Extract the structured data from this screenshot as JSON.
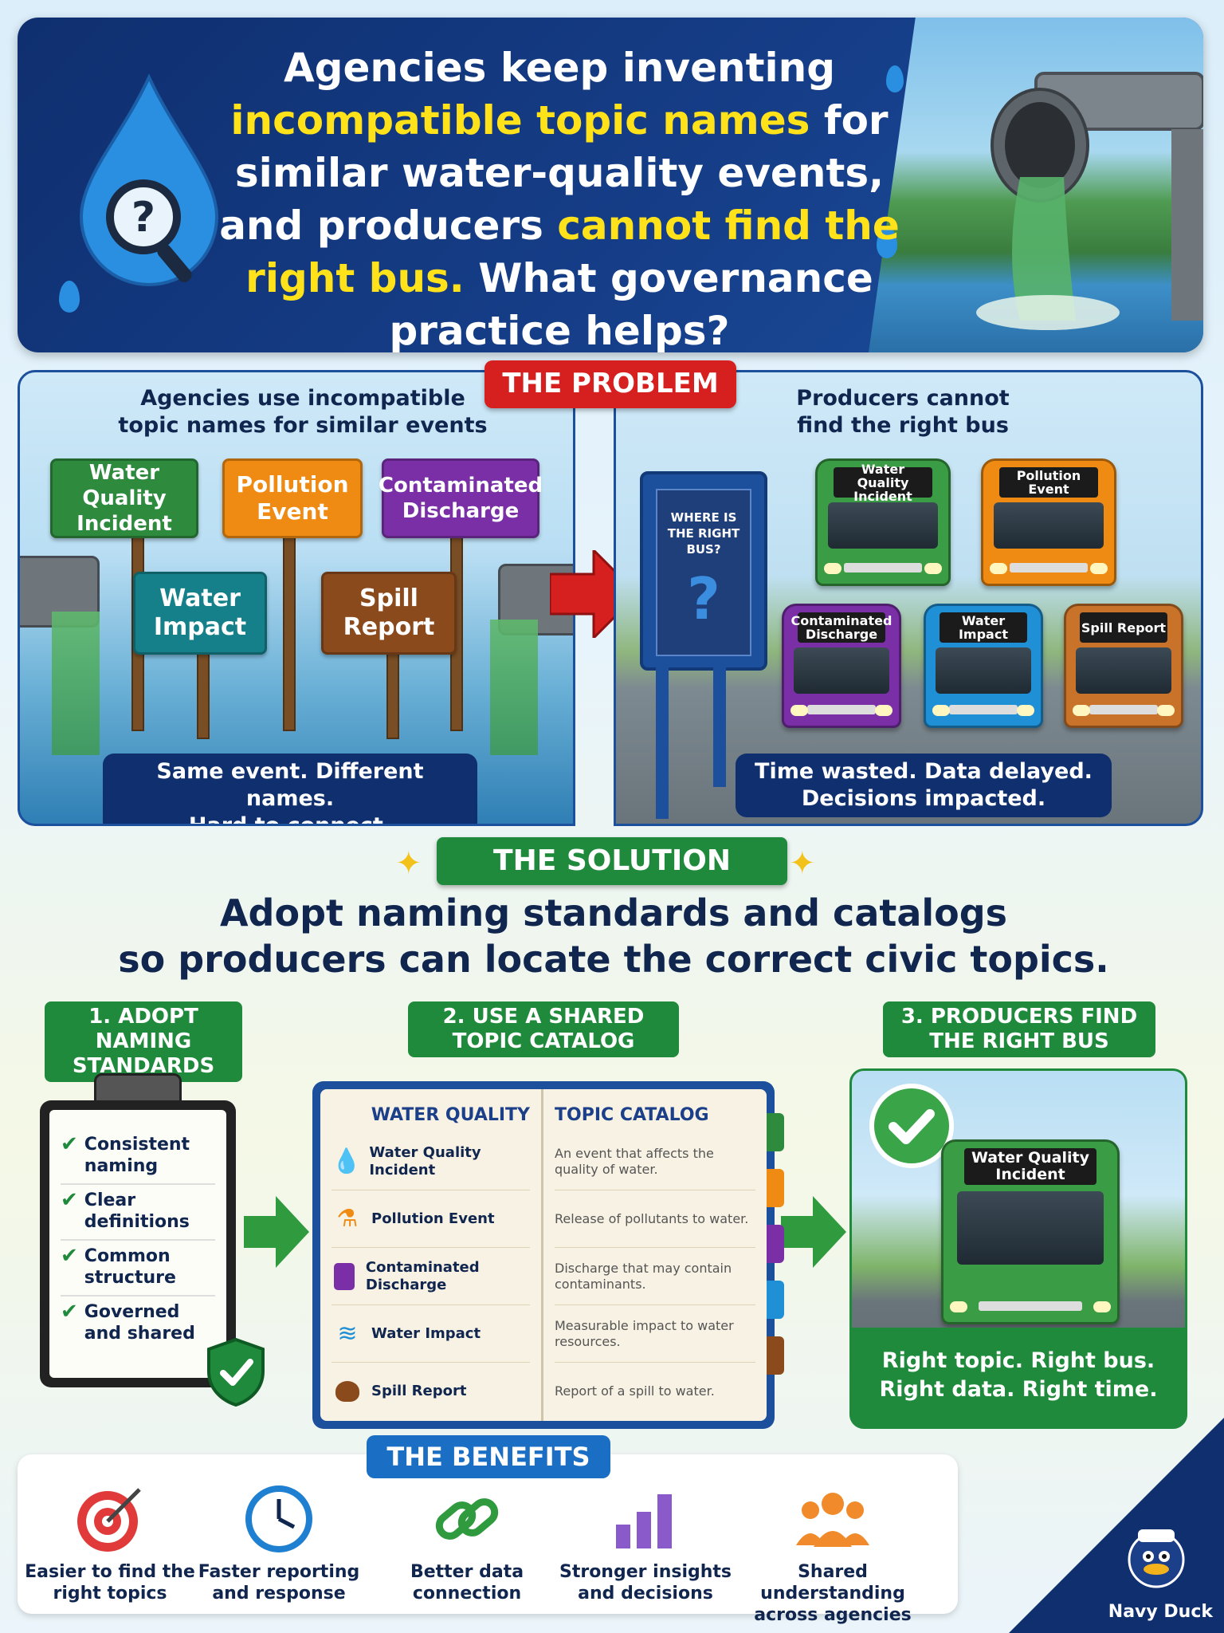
{
  "header": {
    "title_part1": "Agencies keep inventing",
    "title_highlight1": "incompatible topic names",
    "title_part2": " for similar water-quality events, and producers ",
    "title_highlight2": "cannot find the right bus.",
    "title_part3": " What governance practice helps?"
  },
  "problem": {
    "pill": "THE PROBLEM",
    "left_heading": "Agencies use incompatible topic names for similar events",
    "right_heading": "Producers cannot find the right bus",
    "signs": [
      "Water Quality Incident",
      "Pollution Event",
      "Contaminated Discharge",
      "Water Impact",
      "Spill Report"
    ],
    "left_caption_line1": "Same event. Different names.",
    "left_caption_line2": "Hard to connect.",
    "board_text": "WHERE IS THE RIGHT BUS?",
    "board_symbol": "?",
    "buses": [
      "Water Quality Incident",
      "Pollution Event",
      "Contaminated Discharge",
      "Water Impact",
      "Spill Report"
    ],
    "right_caption_line1": "Time wasted. Data delayed.",
    "right_caption_line2": "Decisions impacted."
  },
  "solution": {
    "pill": "THE SOLUTION",
    "headline_line1": "Adopt naming standards and catalogs",
    "headline_line2": "so producers can locate the correct civic topics.",
    "step1_title": "1. ADOPT NAMING STANDARDS",
    "step2_title": "2. USE A SHARED TOPIC CATALOG",
    "step3_title": "3. PRODUCERS FIND THE RIGHT BUS",
    "checklist": [
      "Consistent naming",
      "Clear definitions",
      "Common structure",
      "Governed and shared"
    ],
    "catalog_title_left": "WATER QUALITY",
    "catalog_title_right": "TOPIC CATALOG",
    "catalog_entries": [
      {
        "name": "Water Quality Incident",
        "desc": "An event that affects the quality of water."
      },
      {
        "name": "Pollution Event",
        "desc": "Release of pollutants to water."
      },
      {
        "name": "Contaminated Discharge",
        "desc": "Discharge that may contain contaminants."
      },
      {
        "name": "Water Impact",
        "desc": "Measurable impact to water resources."
      },
      {
        "name": "Spill Report",
        "desc": "Report of a spill to water."
      }
    ],
    "step3_bus_sign": "Water Quality Incident",
    "step3_caption_line1": "Right topic. Right bus.",
    "step3_caption_line2": "Right data. Right time."
  },
  "benefits": {
    "pill": "THE BENEFITS",
    "items": [
      "Easier to find the right topics",
      "Faster reporting and response",
      "Better data connection",
      "Stronger insights and decisions",
      "Shared understanding across agencies"
    ]
  },
  "branding": {
    "label": "Navy Duck"
  },
  "colors": {
    "navy": "#0f2f6f",
    "highlight_yellow": "#ffe21a",
    "problem_red": "#d61f1f",
    "solution_green": "#1f8a3c",
    "benefits_blue": "#1a6fc4",
    "sign_green": "#2e8b3e",
    "sign_orange": "#ef8a12",
    "sign_purple": "#7a2fa6",
    "sign_teal": "#15808a",
    "sign_brown": "#8b4a1c",
    "bus_blue": "#1f8fd6"
  }
}
